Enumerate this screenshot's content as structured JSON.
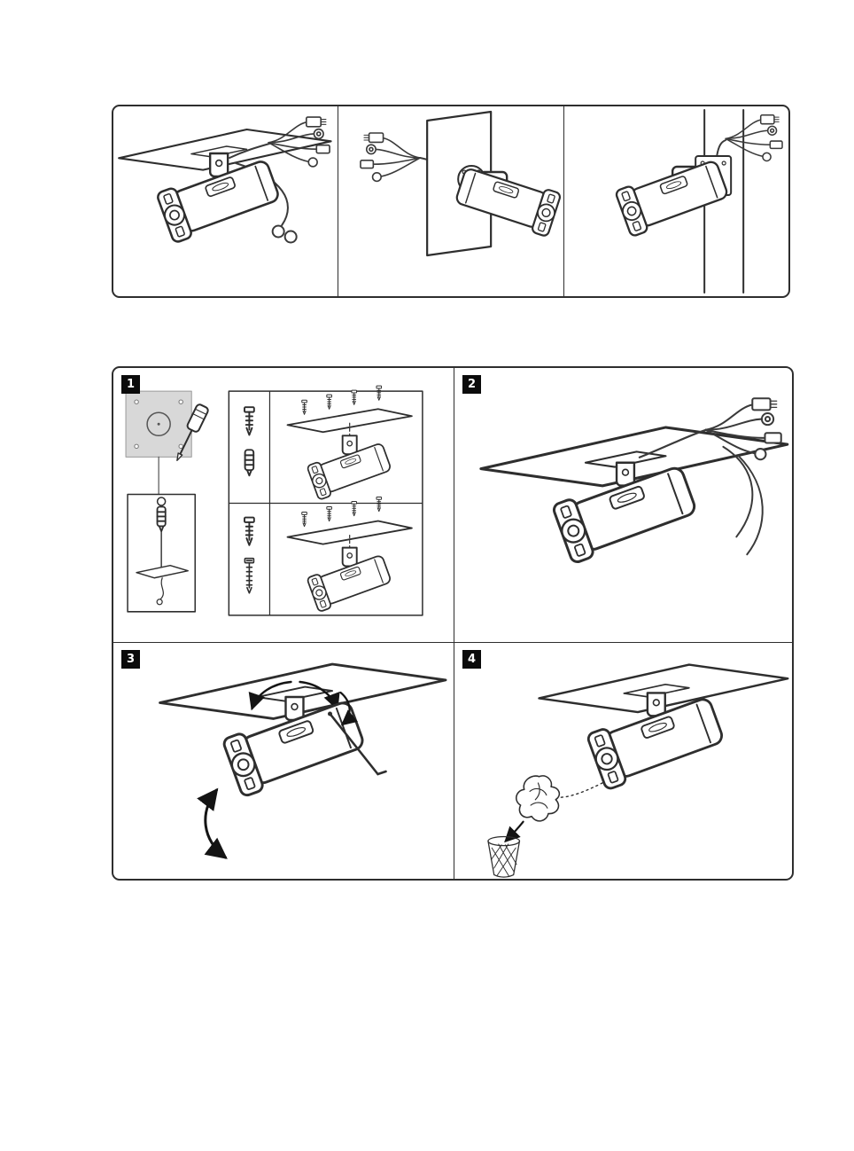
{
  "page": {
    "background": "#ffffff",
    "line_color": "#2e2e2e",
    "badge_bg": "#0b0b0b",
    "badge_fg": "#ffffff",
    "template_fill": "#d8d8d8"
  },
  "overview_panels": [
    {
      "name": "ceiling-mount-with-cable-connectors"
    },
    {
      "name": "wall-mount-with-cables-through-wall"
    },
    {
      "name": "pole-mount-with-cable-connectors"
    }
  ],
  "steps": [
    {
      "number": "1",
      "name": "drill-template-anchors-and-screws"
    },
    {
      "number": "2",
      "name": "mount-camera-and-connect-cables"
    },
    {
      "number": "3",
      "name": "loosen-bracket-and-adjust-angle"
    },
    {
      "number": "4",
      "name": "remove-protective-film-and-discard"
    }
  ]
}
